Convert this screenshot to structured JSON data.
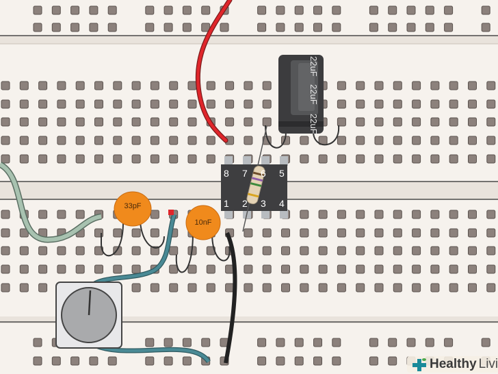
{
  "capacitor_electrolytic": {
    "labels": [
      "22uF",
      "22uF",
      "22uF"
    ]
  },
  "ic": {
    "pins_top": [
      "8",
      "7",
      "6",
      "5"
    ],
    "pins_bottom": [
      "1",
      "2",
      "3",
      "4"
    ]
  },
  "capacitor_33pf": {
    "label": "33pF"
  },
  "capacitor_10nf": {
    "label": "10nF"
  },
  "logo": {
    "bold": "Healthy",
    "light": "Living"
  },
  "colors": {
    "board": "#f6f2ed",
    "hole": "#8c817c",
    "red_wire": "#e0262b",
    "ceramic": "#f08a1c",
    "ic": "#3e3e40",
    "teal_wire": "#4a8a95",
    "green_wire": "#a8c2b0"
  }
}
